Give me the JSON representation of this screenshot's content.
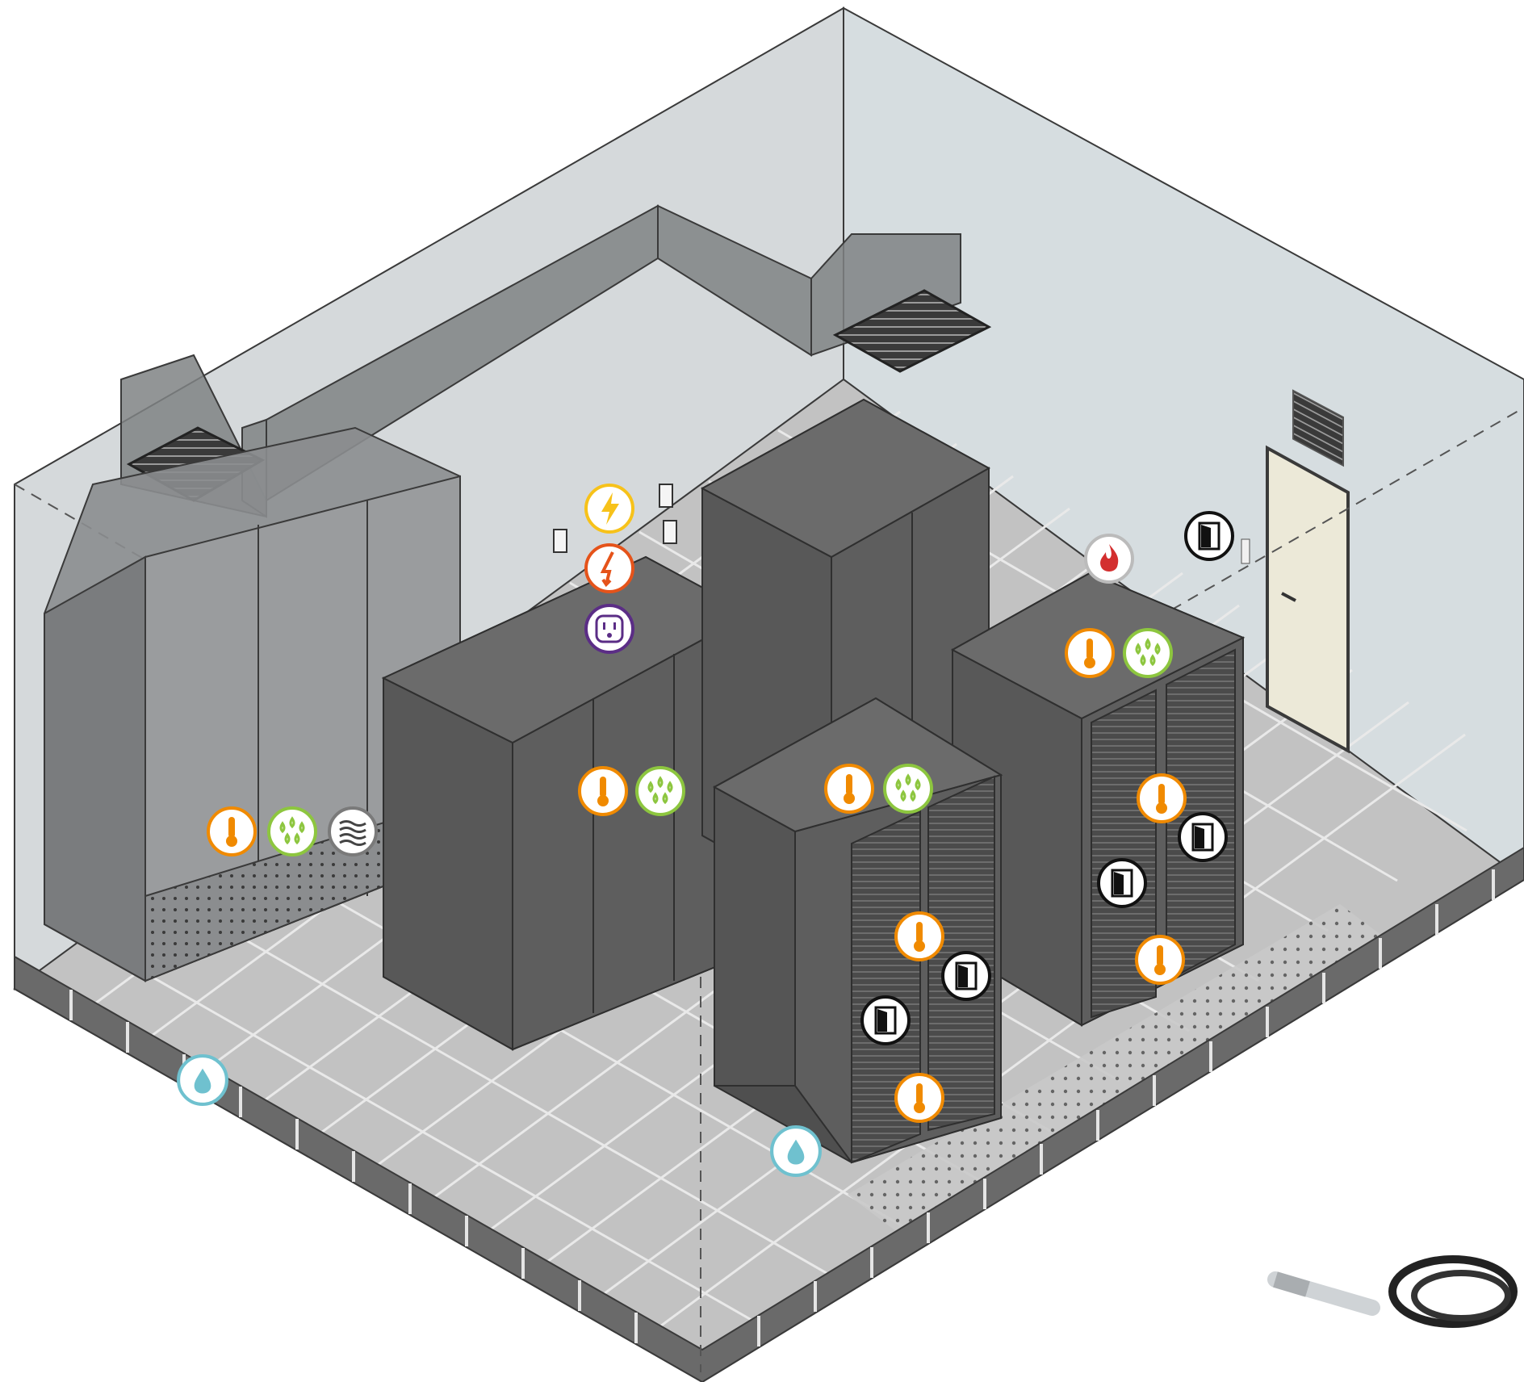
{
  "diagram": {
    "colors": {
      "wall_left": "#b3b9bd",
      "wall_back": "#d6dde0",
      "wall_right": "#dfe5e8",
      "floor_tile": "#c2c2c2",
      "floor_grid": "#e9e9e9",
      "floor_edge": "#5c5c5c",
      "rack_front": "#5e5e5e",
      "rack_side": "#4f4f4f",
      "rack_top": "#6b6b6b",
      "crac": "#8b8d8f",
      "duct": "#7f8284",
      "door": "#ece9d8",
      "temperature": "#f08a00",
      "humidity": "#8dc63f",
      "airflow": "#7a7a7a",
      "power": "#f7c21a",
      "power_fault": "#e5531a",
      "outlet": "#5b2d86",
      "fire": "#d32f2f",
      "water": "#6fc1cf",
      "door_sensor": "#111111"
    },
    "sensors": [
      {
        "type": "temperature",
        "icon": "thermometer-icon"
      },
      {
        "type": "humidity",
        "icon": "droplets-icon"
      },
      {
        "type": "airflow",
        "icon": "airflow-icon"
      },
      {
        "type": "power",
        "icon": "lightning-icon"
      },
      {
        "type": "power_fault",
        "icon": "power-fault-icon"
      },
      {
        "type": "outlet",
        "icon": "outlet-icon"
      },
      {
        "type": "temperature",
        "icon": "thermometer-icon"
      },
      {
        "type": "humidity",
        "icon": "droplets-icon"
      },
      {
        "type": "temperature",
        "icon": "thermometer-icon"
      },
      {
        "type": "humidity",
        "icon": "droplets-icon"
      },
      {
        "type": "fire",
        "icon": "flame-icon"
      },
      {
        "type": "door",
        "icon": "door-icon"
      },
      {
        "type": "temperature",
        "icon": "thermometer-icon"
      },
      {
        "type": "humidity",
        "icon": "droplets-icon"
      },
      {
        "type": "temperature",
        "icon": "thermometer-icon"
      },
      {
        "type": "door",
        "icon": "door-icon"
      },
      {
        "type": "door",
        "icon": "door-icon"
      },
      {
        "type": "temperature",
        "icon": "thermometer-icon"
      },
      {
        "type": "temperature",
        "icon": "thermometer-icon"
      },
      {
        "type": "door",
        "icon": "door-icon"
      },
      {
        "type": "door",
        "icon": "door-icon"
      },
      {
        "type": "temperature",
        "icon": "thermometer-icon"
      },
      {
        "type": "water",
        "icon": "water-drop-icon"
      },
      {
        "type": "water",
        "icon": "water-drop-icon"
      }
    ]
  }
}
